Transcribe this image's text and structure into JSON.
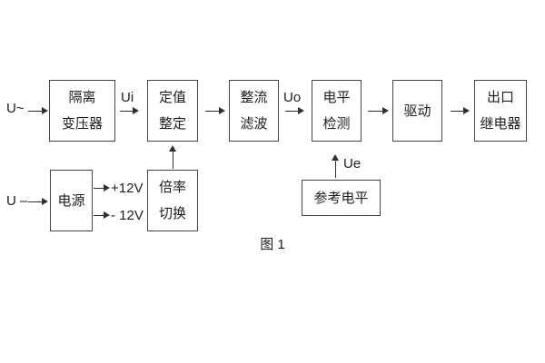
{
  "figure": {
    "caption": "图 1",
    "colors": {
      "background": "#ffffff",
      "line": "#2f2f2f",
      "box_border": "#454545",
      "text": "#1d1d1d"
    }
  },
  "inputs": {
    "ac_label": "U~",
    "dc_label": "U –"
  },
  "signal_labels": {
    "ui": "Ui",
    "uo": "Uo",
    "ue": "Ue"
  },
  "power_rails": {
    "positive": "+12V",
    "negative": "- 12V"
  },
  "blocks": {
    "isolation_transformer": {
      "line1": "隔离",
      "line2": "变压器"
    },
    "value_setting": {
      "line1": "定值",
      "line2": "整定"
    },
    "rectifier_filter": {
      "line1": "整流",
      "line2": "滤波"
    },
    "level_detection": {
      "line1": "电平",
      "line2": "检测"
    },
    "drive": {
      "label": "驱动"
    },
    "output_relay": {
      "line1": "出口",
      "line2": "继电器"
    },
    "power_supply": {
      "label": "电源"
    },
    "ratio_switch": {
      "line1": "倍率",
      "line2": "切换"
    },
    "reference_level": {
      "label": "参考电平"
    }
  }
}
